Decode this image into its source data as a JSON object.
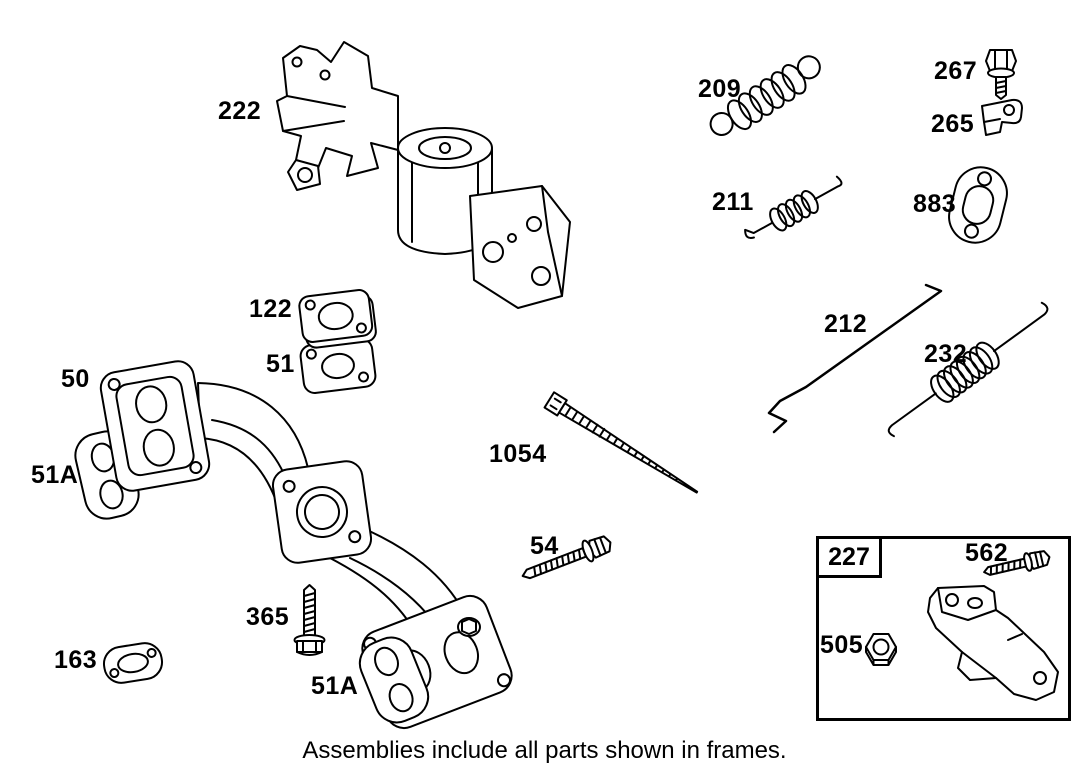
{
  "diagram": {
    "caption": "Assemblies include all parts shown in frames.",
    "labels": {
      "p222": "222",
      "p209": "209",
      "p267": "267",
      "p265": "265",
      "p211": "211",
      "p883": "883",
      "p122": "122",
      "p51": "51",
      "p50": "50",
      "p51a_left": "51A",
      "p212": "212",
      "p232": "232",
      "p1054": "1054",
      "p54": "54",
      "p365": "365",
      "p163": "163",
      "p51a_bottom": "51A",
      "p227": "227",
      "p562": "562",
      "p505": "505"
    }
  }
}
